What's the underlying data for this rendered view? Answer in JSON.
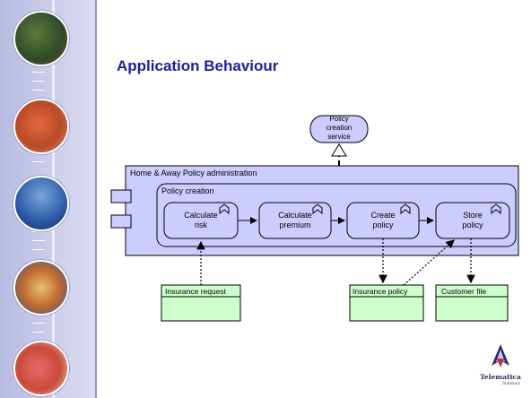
{
  "title": "Application Behaviour",
  "diagram": {
    "service": "Policy\ncreation\nservice",
    "component": "Home & Away Policy administration",
    "process_group": "Policy creation",
    "functions": [
      "Calculate\nrisk",
      "Calculate\npremium",
      "Create\npolicy",
      "Store\npolicy"
    ],
    "data_objects": [
      "Insurance request",
      "Insurance policy",
      "Customer file"
    ]
  },
  "logo": {
    "name": "Telematica",
    "sub": "Instituut"
  },
  "colors": {
    "title": "#1f1f9a",
    "diagram_fill": "#ccccff",
    "band": "#c9cbe9",
    "data_fill": "#ccffcc"
  },
  "icons": [
    "decor-medallion-icon",
    "function-chevron-icon",
    "telematica-logo-icon"
  ]
}
